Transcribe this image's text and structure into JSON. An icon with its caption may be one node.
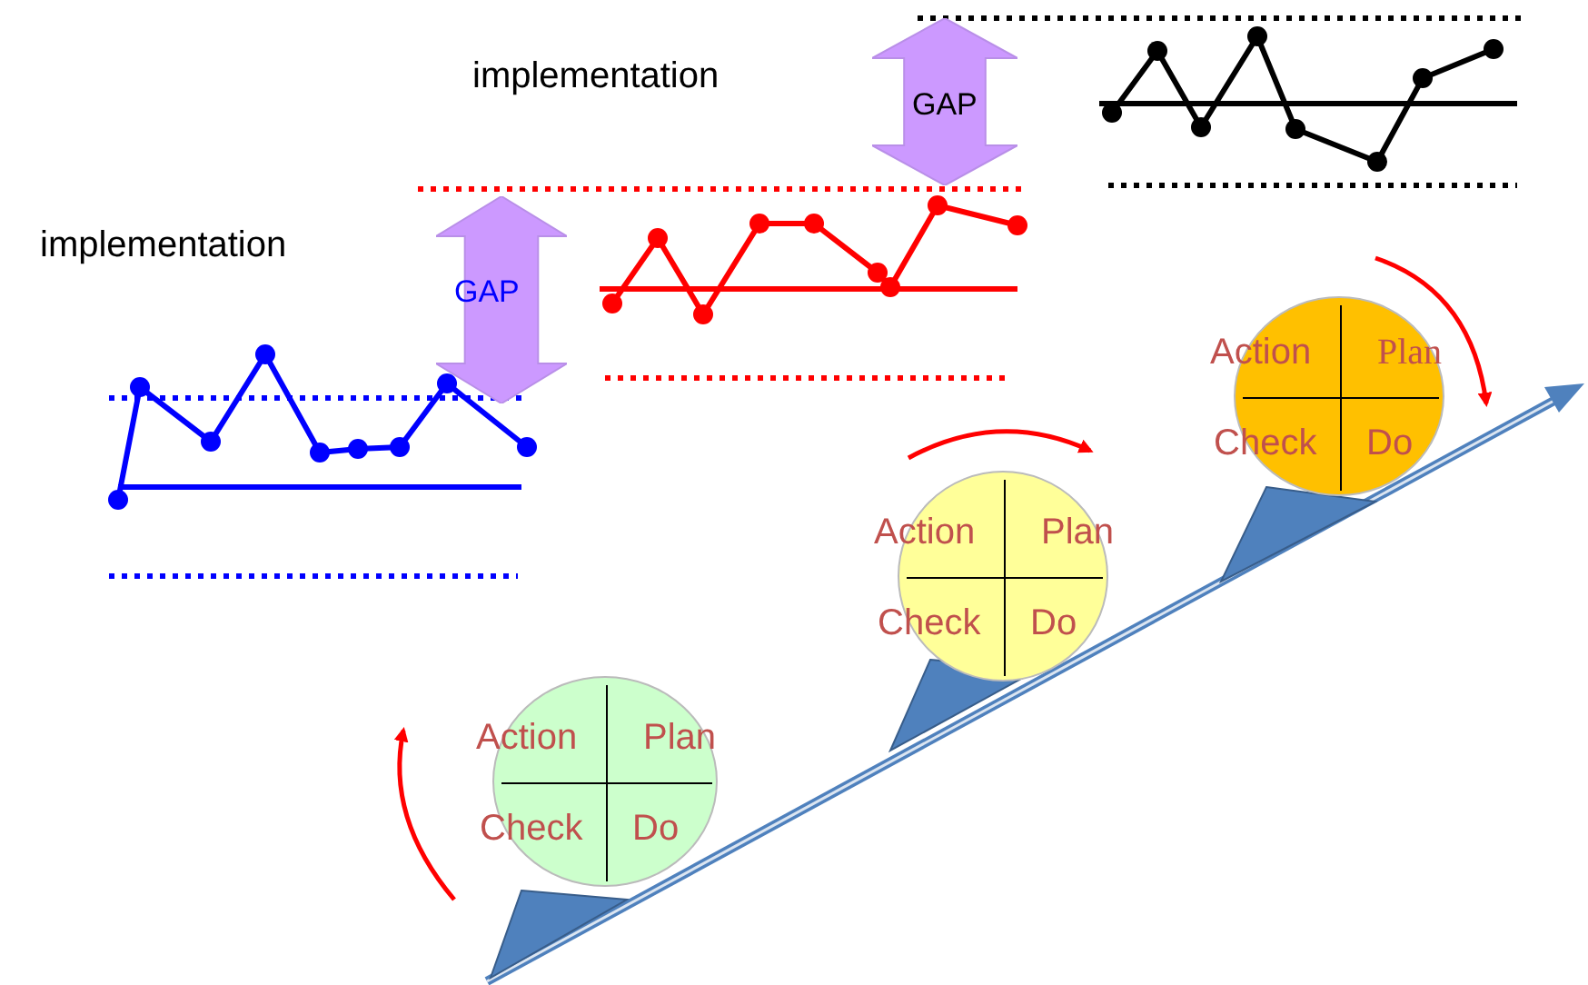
{
  "diagram": {
    "nodes": [
      {
        "text": [
          "GAP"
        ]
      },
      {
        "text": [
          "GAP"
        ]
      },
      {
        "text": [
          "Action",
          "Plan",
          "Check",
          "Do"
        ]
      },
      {
        "text": [
          "Action",
          "Plan",
          "Check",
          "Do"
        ]
      },
      {
        "text": [
          "Action",
          "Plan",
          "Check",
          "Do"
        ]
      }
    ],
    "edges": [],
    "labels": [
      "implementation",
      "implementation"
    ]
  }
}
